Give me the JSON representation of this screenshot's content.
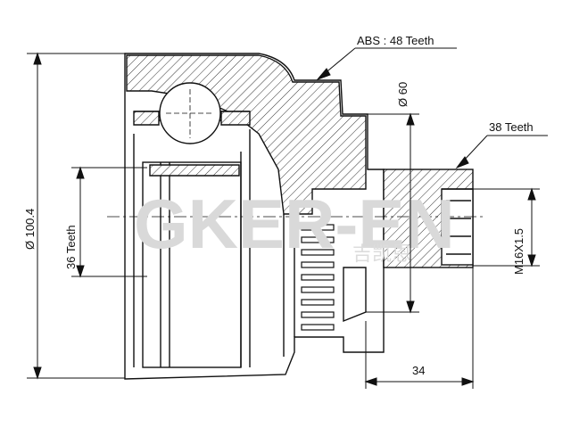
{
  "dimensions": {
    "abs_teeth": "ABS : 48 Teeth",
    "diameter_60": "Ø 60",
    "outer_teeth": "38 Teeth",
    "outer_diameter": "Ø 100.4",
    "inner_teeth": "36 Teeth",
    "thread": "M16X1.5",
    "stub_length": "34"
  },
  "watermark": {
    "brand": "GKER-EN",
    "sub": "吉凯恩"
  }
}
